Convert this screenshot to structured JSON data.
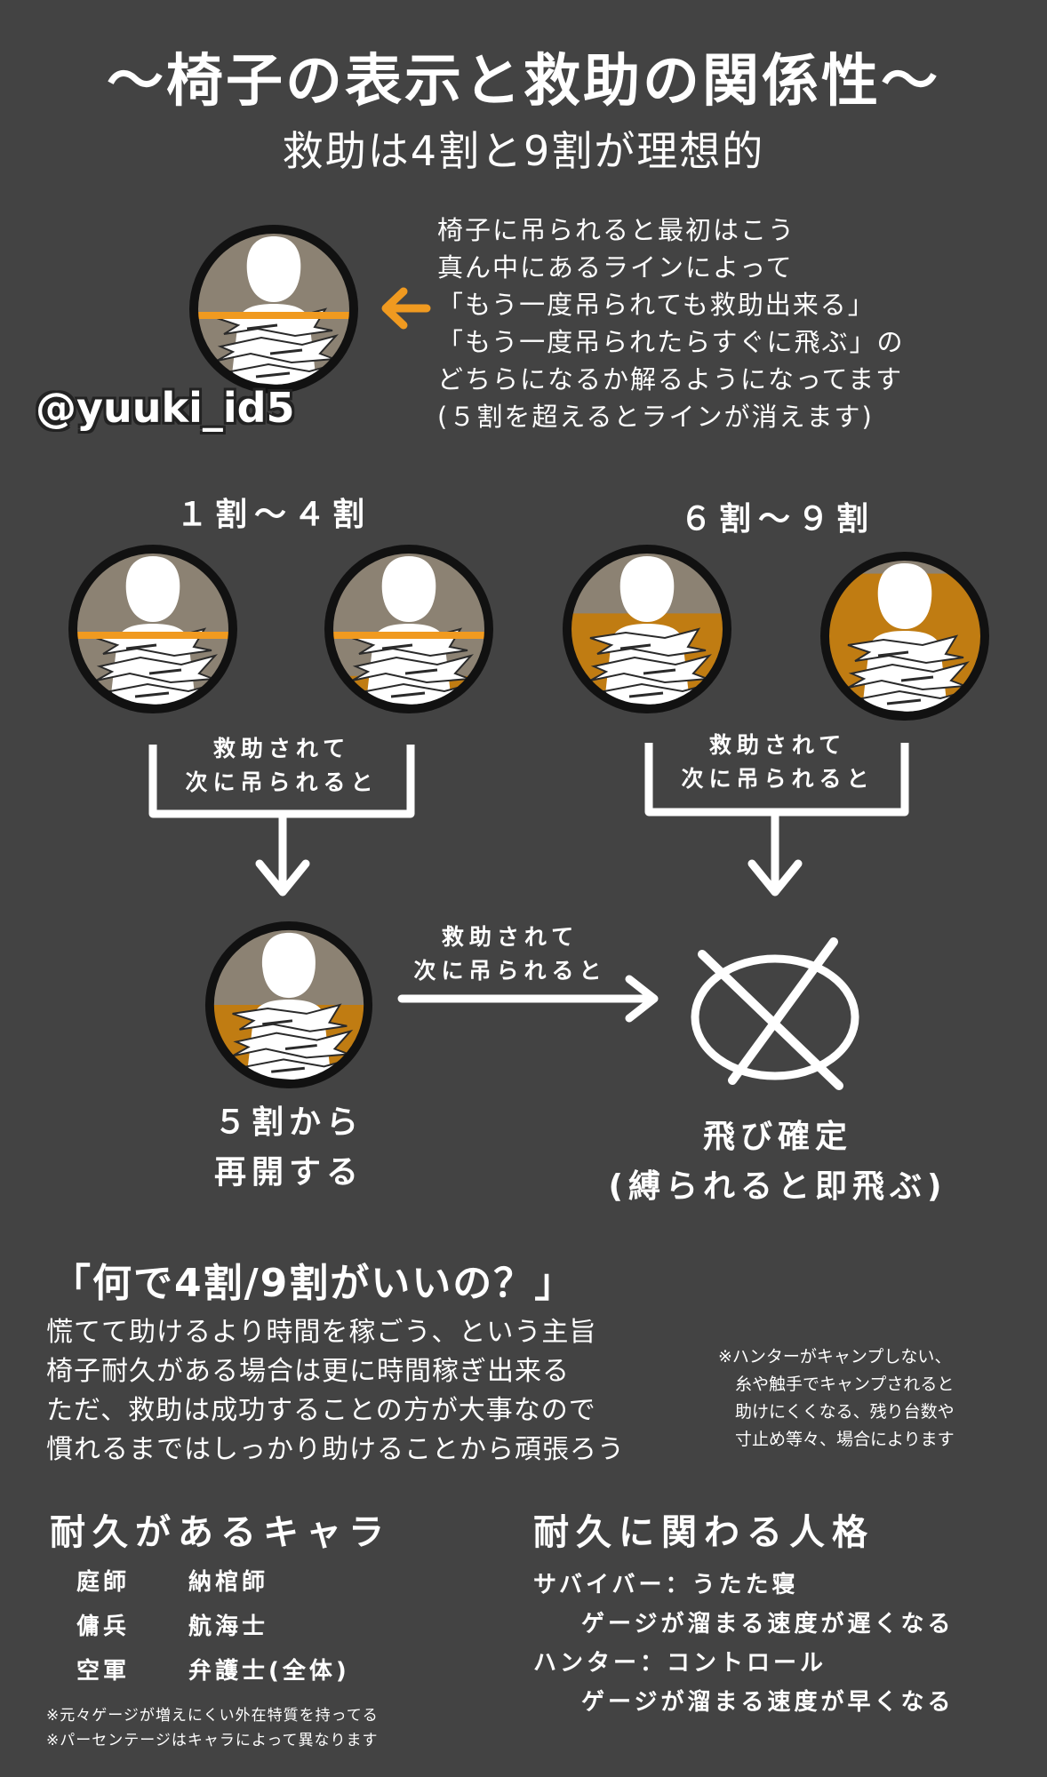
{
  "header": {
    "title": "〜椅子の表示と救助の関係性〜",
    "subtitle": "救助は4割と9割が理想的"
  },
  "intro": {
    "lines": [
      "椅子に吊られると最初はこう",
      "真ん中にあるラインによって",
      "「もう一度吊られても救助出来る」",
      "「もう一度吊られたらすぐに飛ぶ」の",
      "どちらになるか解るようになってます",
      "(５割を超えるとラインが消えます)"
    ]
  },
  "watermark": "@yuuki_id5",
  "ranges": {
    "left": "１割〜４割",
    "right": "６割〜９割"
  },
  "flow": {
    "rescued_line1": "救助されて",
    "rescued_line2": "次に吊られると"
  },
  "results": {
    "restart_line1": "５割から",
    "restart_line2": "再開する",
    "fly_line1": "飛び確定",
    "fly_line2": "(縛られると即飛ぶ)"
  },
  "question": {
    "title": "「何で4割/9割がいいの？」",
    "body": [
      "慌てて助けるより時間を稼ごう、という主旨",
      "椅子耐久がある場合は更に時間稼ぎ出来る",
      "ただ、救助は成功することの方が大事なので",
      "慣れるまではしっかり助けることから頑張ろう"
    ],
    "note": [
      "※ハンターがキャンプしない、",
      "　糸や触手でキャンプされると",
      "　助けにくくなる、残り台数や",
      "　寸止め等々、場合によります"
    ]
  },
  "characters": {
    "title": "耐久があるキャラ",
    "rows": [
      [
        "庭師",
        "納棺師"
      ],
      [
        "傭兵",
        "航海士"
      ],
      [
        "空軍",
        "弁護士(全体)"
      ]
    ],
    "footnotes": [
      "※元々ゲージが増えにくい外在特質を持ってる",
      "※パーセンテージはキャラによって異なります"
    ]
  },
  "traits": {
    "title": "耐久に関わる人格",
    "survivor_label": "サバイバー：うたた寝",
    "survivor_effect": "ゲージが溜まる速度が遅くなる",
    "hunter_label": "ハンター：コントロール",
    "hunter_effect": "ゲージが溜まる速度が早くなる"
  },
  "colors": {
    "background": "#434343",
    "gauge_fill": "#c07c12",
    "gauge_empty": "#8c8273",
    "line_orange": "#f09a20",
    "text": "#ffffff"
  },
  "gauges": {
    "intro": 0,
    "left_1": 0.1,
    "left_2": 0.2,
    "restart": 0.5,
    "right_1": 0.6,
    "right_2": 0.9
  }
}
